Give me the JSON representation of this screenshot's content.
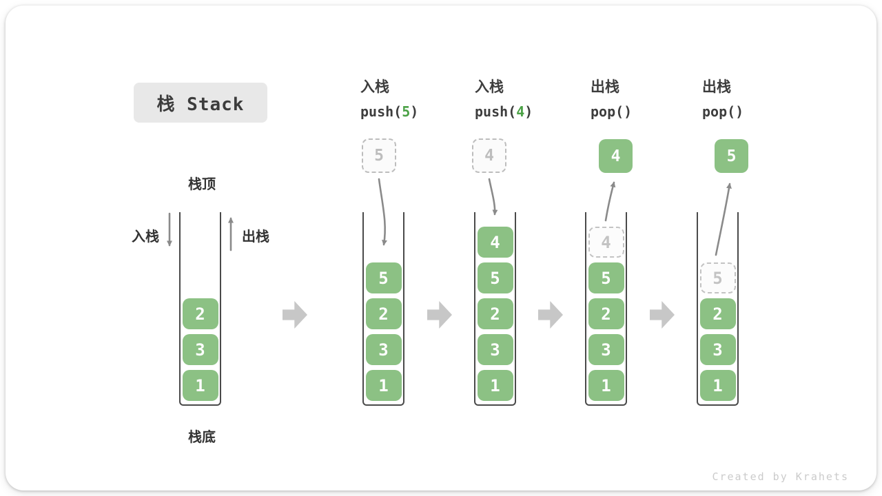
{
  "title": "栈 Stack",
  "labels": {
    "stack_top": "栈顶",
    "stack_bottom": "栈底",
    "push_side": "入栈",
    "pop_side": "出栈"
  },
  "watermark": "Created by Krahets",
  "colors": {
    "box_green": "#8cc184",
    "code_green": "#4ba146",
    "ghost_gray": "#bdbdbd",
    "arrow_gray": "#8a8a8a",
    "flow_arrow_gray": "#c7c7c7",
    "title_bg": "#e8e8e8",
    "text_dark": "#3d3d3d"
  },
  "columns": [
    {
      "name": "initial-state",
      "stack": [
        {
          "value": "2"
        },
        {
          "value": "3"
        },
        {
          "value": "1"
        }
      ]
    },
    {
      "name": "push-5",
      "header": {
        "line1": "入栈",
        "code_pre": "push(",
        "code_arg": "5",
        "code_post": ")"
      },
      "floating": {
        "value": "5"
      },
      "stack": [
        {
          "value": "5"
        },
        {
          "value": "2"
        },
        {
          "value": "3"
        },
        {
          "value": "1"
        }
      ]
    },
    {
      "name": "push-4",
      "header": {
        "line1": "入栈",
        "code_pre": "push(",
        "code_arg": "4",
        "code_post": ")"
      },
      "floating": {
        "value": "4"
      },
      "stack": [
        {
          "value": "4"
        },
        {
          "value": "5"
        },
        {
          "value": "2"
        },
        {
          "value": "3"
        },
        {
          "value": "1"
        }
      ]
    },
    {
      "name": "pop-4",
      "header": {
        "line1": "出栈",
        "code_pre": "pop(",
        "code_arg": "",
        "code_post": ")"
      },
      "floating": {
        "value": "4"
      },
      "stack": [
        {
          "value": "4"
        },
        {
          "value": "5"
        },
        {
          "value": "2"
        },
        {
          "value": "3"
        },
        {
          "value": "1"
        }
      ]
    },
    {
      "name": "pop-5",
      "header": {
        "line1": "出栈",
        "code_pre": "pop(",
        "code_arg": "",
        "code_post": ")"
      },
      "floating": {
        "value": "5"
      },
      "stack": [
        {
          "value": "5"
        },
        {
          "value": "2"
        },
        {
          "value": "3"
        },
        {
          "value": "1"
        }
      ]
    }
  ]
}
